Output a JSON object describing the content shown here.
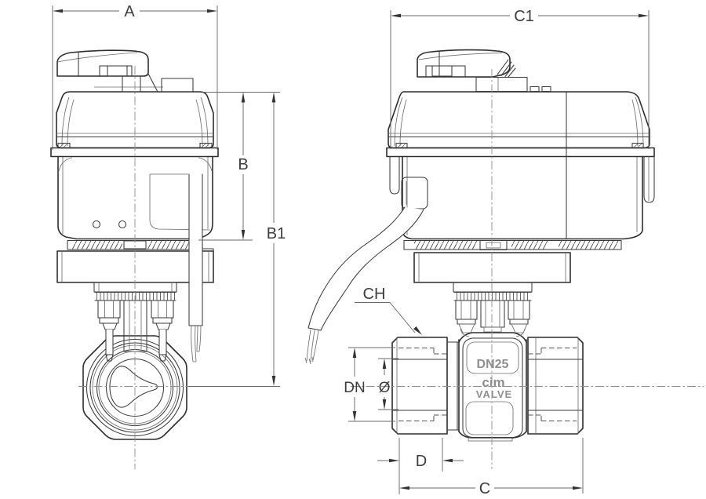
{
  "dimensions": {
    "a": "A",
    "b": "B",
    "b1": "B1",
    "c1": "C1",
    "ch": "CH",
    "dn": "DN",
    "diameter": "Ø",
    "d": "D",
    "c": "C"
  },
  "valve_markings": {
    "size": "DN25",
    "brand_line1": "cim",
    "brand_line2": "VALVE"
  },
  "colors": {
    "outline": "#2e2e2e",
    "thin_line": "#6e6e6e",
    "centerline": "#8f8f8f",
    "marking_text": "#8f8f8f",
    "label_text": "#3d3d3d",
    "background": "#ffffff"
  }
}
